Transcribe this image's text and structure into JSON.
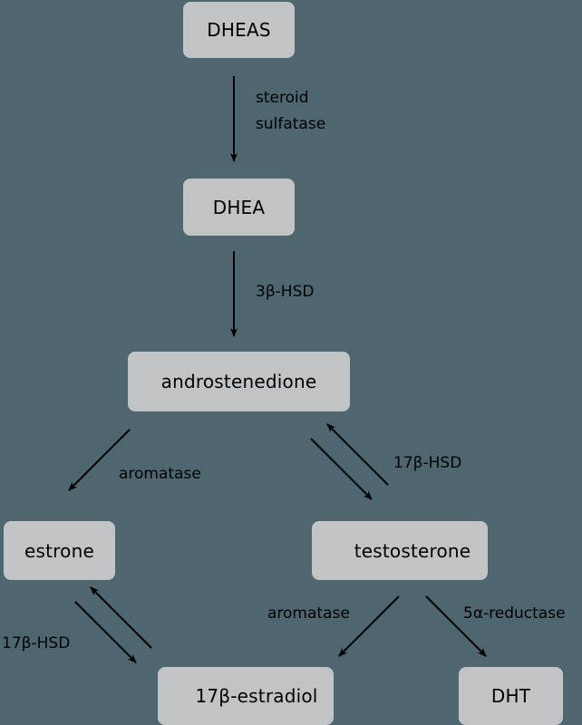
{
  "diagram": {
    "type": "steroid-biosynthesis-pathway",
    "background_color": "#4d6670",
    "node_color": "#c2c3c5",
    "nodes": {
      "dheas": "DHEAS",
      "dhea": "DHEA",
      "androstenedione": "androstenedione",
      "estrone": "estrone",
      "testosterone": "testosterone",
      "estradiol": "17β-estradiol",
      "dht": "DHT"
    },
    "enzymes": {
      "steroid_sulfatase_line1": "steroid",
      "steroid_sulfatase_line2": "sulfatase",
      "hsd3b": "3β-HSD",
      "aromatase_left": "aromatase",
      "hsd17b_right": "17β-HSD",
      "hsd17b_left": "17β-HSD",
      "aromatase_right": "aromatase",
      "reductase": "5α-reductase"
    },
    "edges": [
      {
        "from": "DHEAS",
        "to": "DHEA",
        "enzyme": "steroid sulfatase",
        "direction": "forward"
      },
      {
        "from": "DHEA",
        "to": "androstenedione",
        "enzyme": "3β-HSD",
        "direction": "forward"
      },
      {
        "from": "androstenedione",
        "to": "estrone",
        "enzyme": "aromatase",
        "direction": "forward"
      },
      {
        "from": "androstenedione",
        "to": "testosterone",
        "enzyme": "17β-HSD",
        "direction": "reversible"
      },
      {
        "from": "estrone",
        "to": "17β-estradiol",
        "enzyme": "17β-HSD",
        "direction": "reversible"
      },
      {
        "from": "testosterone",
        "to": "17β-estradiol",
        "enzyme": "aromatase",
        "direction": "forward"
      },
      {
        "from": "testosterone",
        "to": "DHT",
        "enzyme": "5α-reductase",
        "direction": "forward"
      }
    ]
  }
}
